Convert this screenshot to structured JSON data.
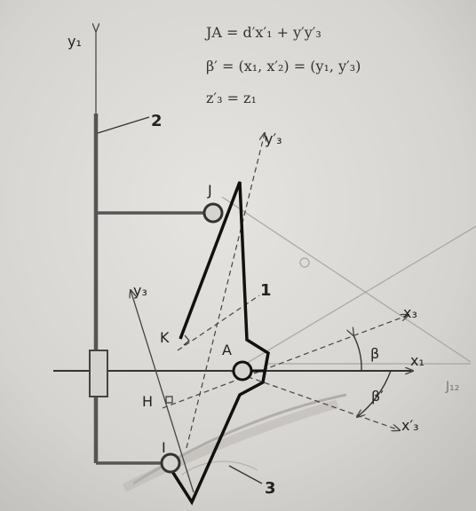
{
  "equations": {
    "eq1": "JA = d′x′₁ + y′y′₃",
    "eq2": "β′ = (x₁, x′₂) = (y₁, y′₃)",
    "eq3": "z′₃ = z₁"
  },
  "labels": {
    "y1": "y₁",
    "y3p": "y′₃",
    "y3": "y₃",
    "x3": "x₃",
    "x1": "x₁",
    "x3p": "x′₃",
    "num1": "1",
    "num2": "2",
    "num3": "3",
    "J": "J",
    "K": "K",
    "A": "A",
    "H": "H",
    "I": "I",
    "beta": "β",
    "betap": "β′",
    "margin": "J₁₂"
  }
}
